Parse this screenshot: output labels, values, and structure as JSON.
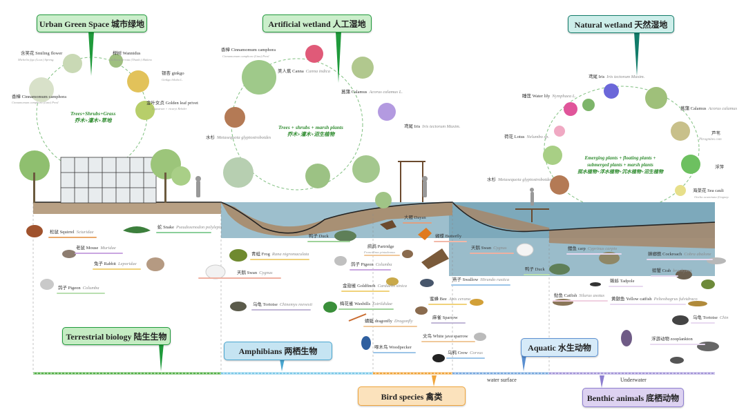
{
  "habitats": {
    "urban": {
      "title": "Urban Green Space 城市绿地",
      "summary_en": "Trees+Shrubs+Grass",
      "summary_cn": "乔木+灌木+草地",
      "plants": [
        {
          "cn": "含笑花",
          "en": "Smiling flower",
          "latin": "Michelia figo (Lour.) Spreng."
        },
        {
          "cn": "榉树",
          "en": "Wannidus",
          "latin": "Zelkova serrata (Thunb.) Makino"
        },
        {
          "cn": "银杏",
          "en": "ginkgo",
          "latin": "Ginkgo biloba L."
        },
        {
          "cn": "香樟",
          "en": "Cinnamomum camphora",
          "latin": "Cinnamomum camphora (Linn) Presl"
        },
        {
          "cn": "金叶女贞",
          "en": "Golden leaf privet",
          "latin": "Ligustrum × vicaryi Rehder"
        }
      ]
    },
    "artificial": {
      "title": "Artificial wetland 人工湿地",
      "summary_en": "Trees + shrubs + marsh plants",
      "summary_cn": "乔木+灌木+沼生植物",
      "plants": [
        {
          "cn": "香樟",
          "en": "Cinnamomum camphora",
          "latin": "Cinnamomum camphora (Linn) Presl"
        },
        {
          "cn": "美人蕉",
          "en": "Canna",
          "latin": "Canna indica"
        },
        {
          "cn": "菖蒲",
          "en": "Calamus",
          "latin": "Acorus calamus L."
        },
        {
          "cn": "鸢尾",
          "en": "Iris",
          "latin": "Iris tectorum Maxim."
        },
        {
          "cn": "水杉",
          "en": "",
          "latin": "Metasequoia glyptostroboides"
        }
      ]
    },
    "natural": {
      "title": "Natural wetland 天然湿地",
      "summary_en_1": "Emerging plants + floating plants +",
      "summary_en_2": "submerged plants + marsh plants",
      "summary_cn": "挺水植物+浮水植物+沉水植物+沼生植物",
      "plants": [
        {
          "cn": "鸢尾",
          "en": "Iris",
          "latin": "Iris tectorum Maxim."
        },
        {
          "cn": "睡莲",
          "en": "Water lily",
          "latin": "Nymphaea L."
        },
        {
          "cn": "菖蒲",
          "en": "Calamus",
          "latin": "Acorus calamus"
        },
        {
          "cn": "芦苇",
          "en": "",
          "latin": "Phragmites com"
        },
        {
          "cn": "荷花",
          "en": "Lotus",
          "latin": "Nelumbo sp."
        },
        {
          "cn": "浮萍",
          "en": "",
          "latin": ""
        },
        {
          "cn": "水杉",
          "en": "",
          "latin": "Metasequoia glyptostroboides"
        },
        {
          "cn": "海菜花",
          "en": "Sea cauli",
          "latin": "Ottelia acuminata (Gagnep."
        }
      ]
    }
  },
  "animals": {
    "terrestrial": [
      {
        "cn": "松鼠",
        "en": "Squirrel",
        "latin": "Sciuridae"
      },
      {
        "cn": "老鼠",
        "en": "Mouse",
        "latin": "Muridae"
      },
      {
        "cn": "兔子",
        "en": "Rabbit",
        "latin": "Leporidae"
      },
      {
        "cn": "鸽子",
        "en": "Pigeon",
        "latin": "Columba"
      },
      {
        "cn": "蛇",
        "en": "Snake",
        "latin": "Pseudoxenodon polylepis"
      }
    ],
    "amphibian": [
      {
        "cn": "青蛙",
        "en": "Frog",
        "latin": "Rana nigromaculata"
      },
      {
        "cn": "天鹅",
        "en": "Swan",
        "latin": "Cygnus"
      },
      {
        "cn": "乌龟",
        "en": "Tortoise",
        "latin": "Chinemys reevesii"
      }
    ],
    "birds": [
      {
        "cn": "鸭子",
        "en": "Duck",
        "latin": ""
      },
      {
        "cn": "鹧鸪",
        "en": "Partridge",
        "latin": "Francolinus pintadeanus"
      },
      {
        "cn": "鸽子",
        "en": "Pigeon",
        "latin": "Columba"
      },
      {
        "cn": "金翅雀",
        "en": "Goldfinch",
        "latin": "Carduelis sinica"
      },
      {
        "cn": "梅花雀",
        "en": "Waxbills",
        "latin": "Estrildidae"
      },
      {
        "cn": "蜻蜓",
        "en": "dragonfly",
        "latin": "Dragonfly"
      },
      {
        "cn": "啄木鸟",
        "en": "Woodpecker",
        "latin": ""
      },
      {
        "cn": "大雁",
        "en": "Dayan",
        "latin": ""
      },
      {
        "cn": "蝴蝶",
        "en": "Butterfly",
        "latin": ""
      },
      {
        "cn": "天鹅",
        "en": "Swan",
        "latin": "Cygnus"
      },
      {
        "cn": "燕子",
        "en": "Swallow",
        "latin": "Hirundo rustica"
      },
      {
        "cn": "蜜蜂",
        "en": "Bee",
        "latin": "Apis cerana"
      },
      {
        "cn": "麻雀",
        "en": "Sparrow",
        "latin": ""
      },
      {
        "cn": "文鸟",
        "en": "White java sparrow",
        "latin": ""
      },
      {
        "cn": "乌鸦",
        "en": "Crow",
        "latin": "Corvus"
      },
      {
        "cn": "鸭子",
        "en": "Duck",
        "latin": ""
      }
    ],
    "aquatic": [
      {
        "cn": "鲤鱼",
        "en": "carp",
        "latin": "Cyprinus carpio"
      },
      {
        "cn": "蝌蚪",
        "en": "Tadpole",
        "latin": ""
      },
      {
        "cn": "鲇鱼",
        "en": "Catfish",
        "latin": "Silurus asotus"
      },
      {
        "cn": "黄颡鱼",
        "en": "Yellow catfish",
        "latin": "Pelteobagrus fulvidraco"
      }
    ],
    "benthic": [
      {
        "cn": "蟑螂鲍",
        "en": "Cockroach",
        "latin": "Cobra abalone"
      },
      {
        "cn": "螃蟹",
        "en": "Crab",
        "latin": "brachyura"
      },
      {
        "cn": "乌龟",
        "en": "Tortoise",
        "latin": "Chin"
      },
      {
        "cn": "浮游动物",
        "en": "zooplankton",
        "latin": ""
      }
    ]
  },
  "bottom": {
    "terrestrial_label": "Terrestrial biology 陆生生物",
    "amphibian_label": "Amphibians 两栖生物",
    "birds_label": "Bird species 禽类",
    "aquatic_label": "Aquatic 水生动物",
    "benthic_label": "Benthic animals 底栖动物",
    "water_surface": "water surface",
    "underwater": "Underwater"
  },
  "colors": {
    "urban_callout": "#cbeecb",
    "artificial_callout": "#cbeecb",
    "natural_callout": "#cdeeea",
    "terrestrial_callout": "#c5ecc3",
    "amphibian_callout": "#c5e4f2",
    "birds_callout": "#fbe2bc",
    "aquatic_callout": "#d6eaf8",
    "benthic_callout": "#ddd2f1",
    "water": "#7aa5b8",
    "soil": "#b39a7c"
  }
}
